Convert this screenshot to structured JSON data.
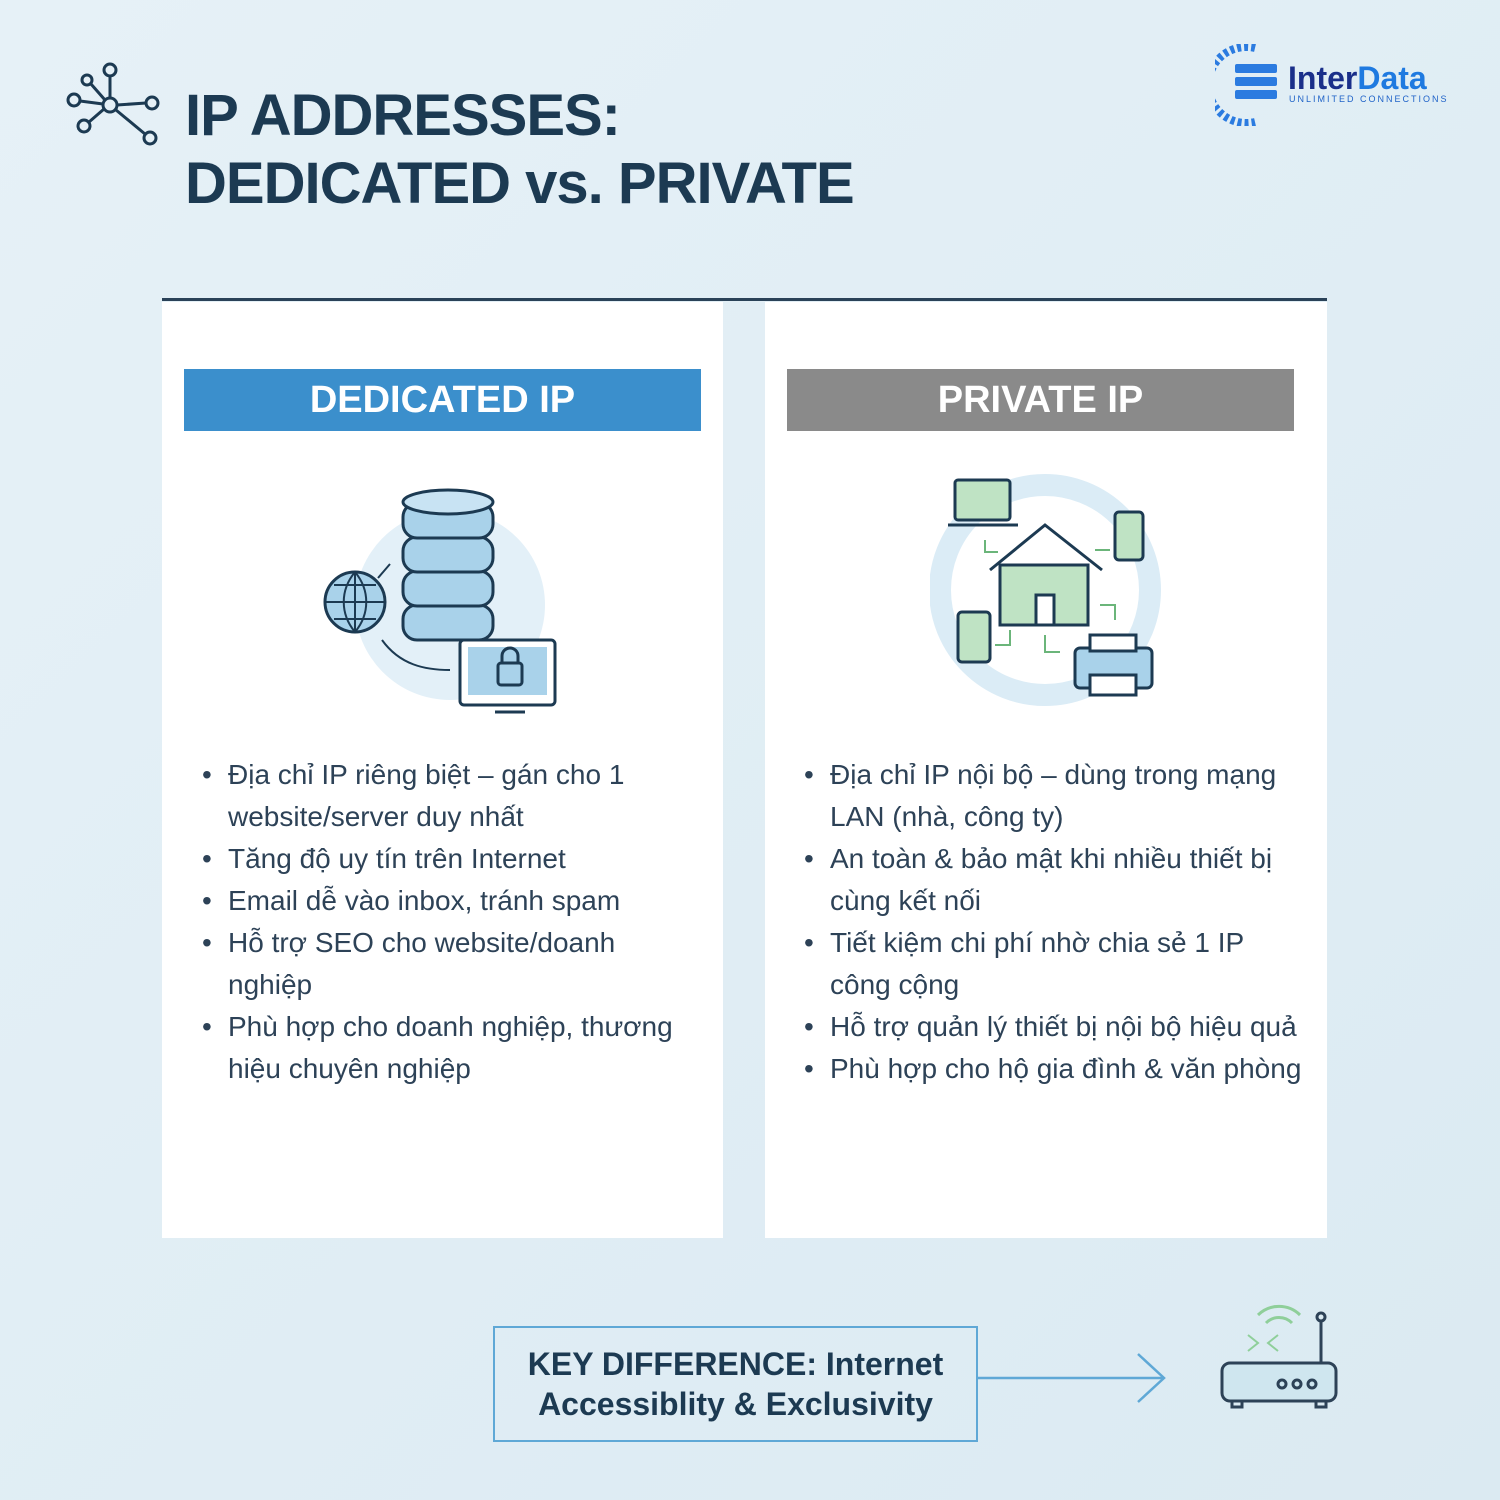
{
  "title": {
    "line1": "IP ADDRESSES:",
    "line2": "DEDICATED vs. PRIVATE"
  },
  "logo": {
    "name_part1": "Inter",
    "name_part2": "Data",
    "tagline": "UNLIMITED CONNECTIONS"
  },
  "dedicated": {
    "header": "DEDICATED IP",
    "items": [
      "Địa chỉ IP riêng biệt – gán cho 1 website/server duy nhất",
      "Tăng độ uy tín trên Internet",
      "Email dễ vào inbox, tránh spam",
      "Hỗ trợ SEO cho website/doanh nghiệp",
      "Phù hợp cho doanh nghiệp, thương hiệu chuyên nghiệp"
    ]
  },
  "private": {
    "header": "PRIVATE IP",
    "items": [
      "Địa chỉ IP nội bộ – dùng trong mạng LAN (nhà, công ty)",
      "An toàn & bảo mật khi nhiều thiết bị cùng kết nối",
      "Tiết kiệm chi phí nhờ chia sẻ 1 IP công cộng",
      "Hỗ trợ quản lý thiết bị nội bộ hiệu quả",
      "Phù hợp cho hộ gia đình & văn phòng"
    ]
  },
  "key_difference": {
    "line1": "KEY DIFFERENCE: Internet",
    "line2": "Accessiblity & Exclusivity"
  },
  "colors": {
    "dedicated": "#3b8fcc",
    "private": "#8a8a8a",
    "title": "#1c3a52"
  }
}
